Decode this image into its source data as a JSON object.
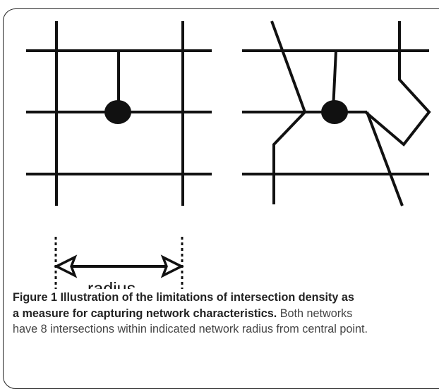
{
  "figure": {
    "radius_label": "radius",
    "caption_title_line1": "Figure 1 Illustration of the limitations of intersection density as",
    "caption_title_line2": "a measure for capturing network characteristics.",
    "caption_body_line2": " Both networks",
    "caption_body_line3": "have 8 intersections within indicated network radius from central point.",
    "colors": {
      "stroke": "#111111",
      "frame": "#222222"
    }
  }
}
